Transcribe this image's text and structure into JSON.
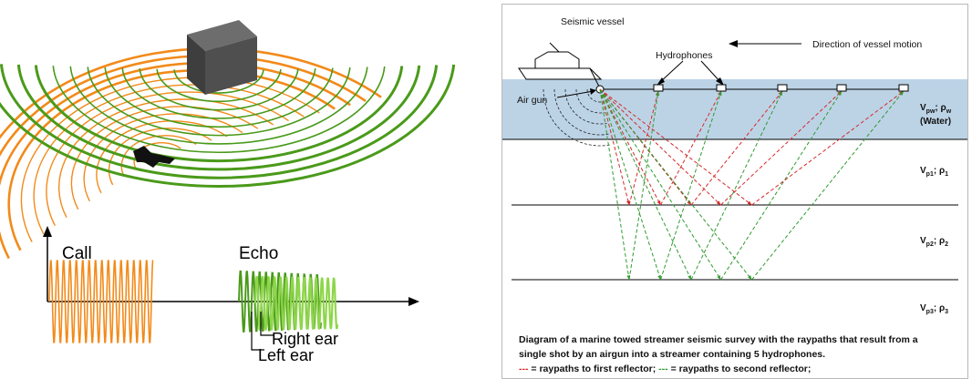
{
  "left_panel": {
    "call_label": "Call",
    "echo_label": "Echo",
    "right_ear_label": "Right ear",
    "left_ear_label": "Left ear",
    "colors": {
      "call": "#f28a1a",
      "echo_left": "#4a9a1a",
      "echo_right": "#8ed64a",
      "object": "#4a4a4a"
    },
    "icons": {
      "object": "cube-icon",
      "bat": "bat-icon"
    }
  },
  "right_panel": {
    "vessel_label": "Seismic vessel",
    "direction_label": "Direction of vessel motion",
    "hydrophones_label": "Hydrophones",
    "airgun_label": "Air gun",
    "layer_water_sym": "V",
    "layer_water_sub": "pw",
    "layer_water_rho": "; ρ",
    "layer_water_rho_sub": "w",
    "layer_water_name": "(Water)",
    "layer1_sym": "V",
    "layer1_sub": "p1",
    "layer1_rho": "; ρ",
    "layer1_rho_sub": "1",
    "layer2_sym": "V",
    "layer2_sub": "p2",
    "layer2_rho": "; ρ",
    "layer2_rho_sub": "2",
    "layer3_sym": "V",
    "layer3_sub": "p3",
    "layer3_rho": "; ρ",
    "layer3_rho_sub": "3",
    "caption_line1": "Diagram of a marine towed streamer seismic survey with the raypaths that result from a",
    "caption_line2": "single shot by an airgun into a streamer containing 5 hydrophones.",
    "legend_red_marker": "---",
    "legend_red_text": " = raypaths to first reflector; ",
    "legend_green_marker": "---",
    "legend_green_text": " = raypaths to second reflector;",
    "colors": {
      "water": "#bcd3e6",
      "red_ray": "#d62a2a",
      "green_ray": "#2f9a2f"
    },
    "hydrophone_count": 5
  }
}
